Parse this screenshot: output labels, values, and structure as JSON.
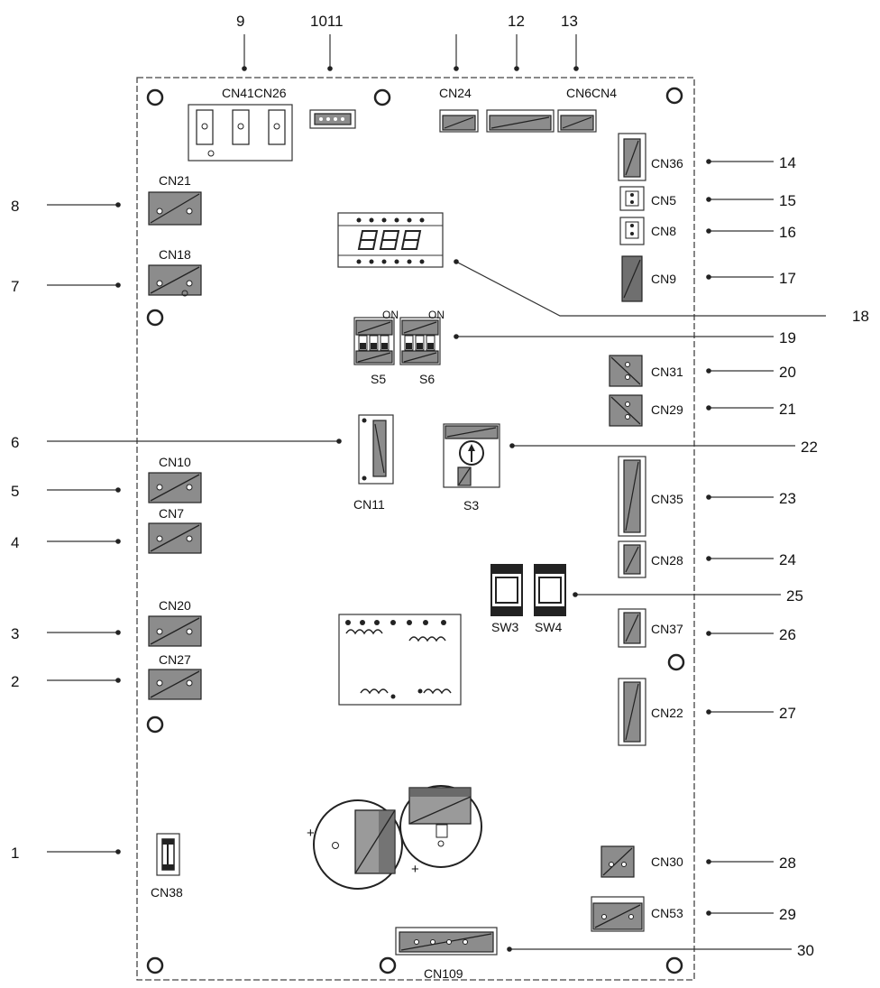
{
  "callout_numbers": {
    "n1": "1",
    "n2": "2",
    "n3": "3",
    "n4": "4",
    "n5": "5",
    "n6": "6",
    "n7": "7",
    "n8": "8",
    "n9": "9",
    "n1011": "1011",
    "n12": "12",
    "n13": "13",
    "n14": "14",
    "n15": "15",
    "n16": "16",
    "n17": "17",
    "n18": "18",
    "n19": "19",
    "n20": "20",
    "n21": "21",
    "n22": "22",
    "n23": "23",
    "n24": "24",
    "n25": "25",
    "n26": "26",
    "n27": "27",
    "n28": "28",
    "n29": "29",
    "n30": "30"
  },
  "components": {
    "cn41cn26": "CN41CN26",
    "cn24": "CN24",
    "cn6cn4": "CN6CN4",
    "cn21": "CN21",
    "cn18": "CN18",
    "cn10": "CN10",
    "cn7": "CN7",
    "cn20": "CN20",
    "cn27": "CN27",
    "cn38": "CN38",
    "cn36": "CN36",
    "cn5": "CN5",
    "cn8": "CN8",
    "cn9": "CN9",
    "cn31": "CN31",
    "cn29": "CN29",
    "cn35": "CN35",
    "cn28": "CN28",
    "cn37": "CN37",
    "cn22": "CN22",
    "cn30": "CN30",
    "cn53": "CN53",
    "cn109": "CN109",
    "cn11": "CN11",
    "s5": "S5",
    "s6": "S6",
    "s3": "S3",
    "sw3": "SW3",
    "sw4": "SW4",
    "on_left": "ON",
    "on_right": "ON",
    "cap_plus_left": "+",
    "cap_plus_right": "+"
  }
}
